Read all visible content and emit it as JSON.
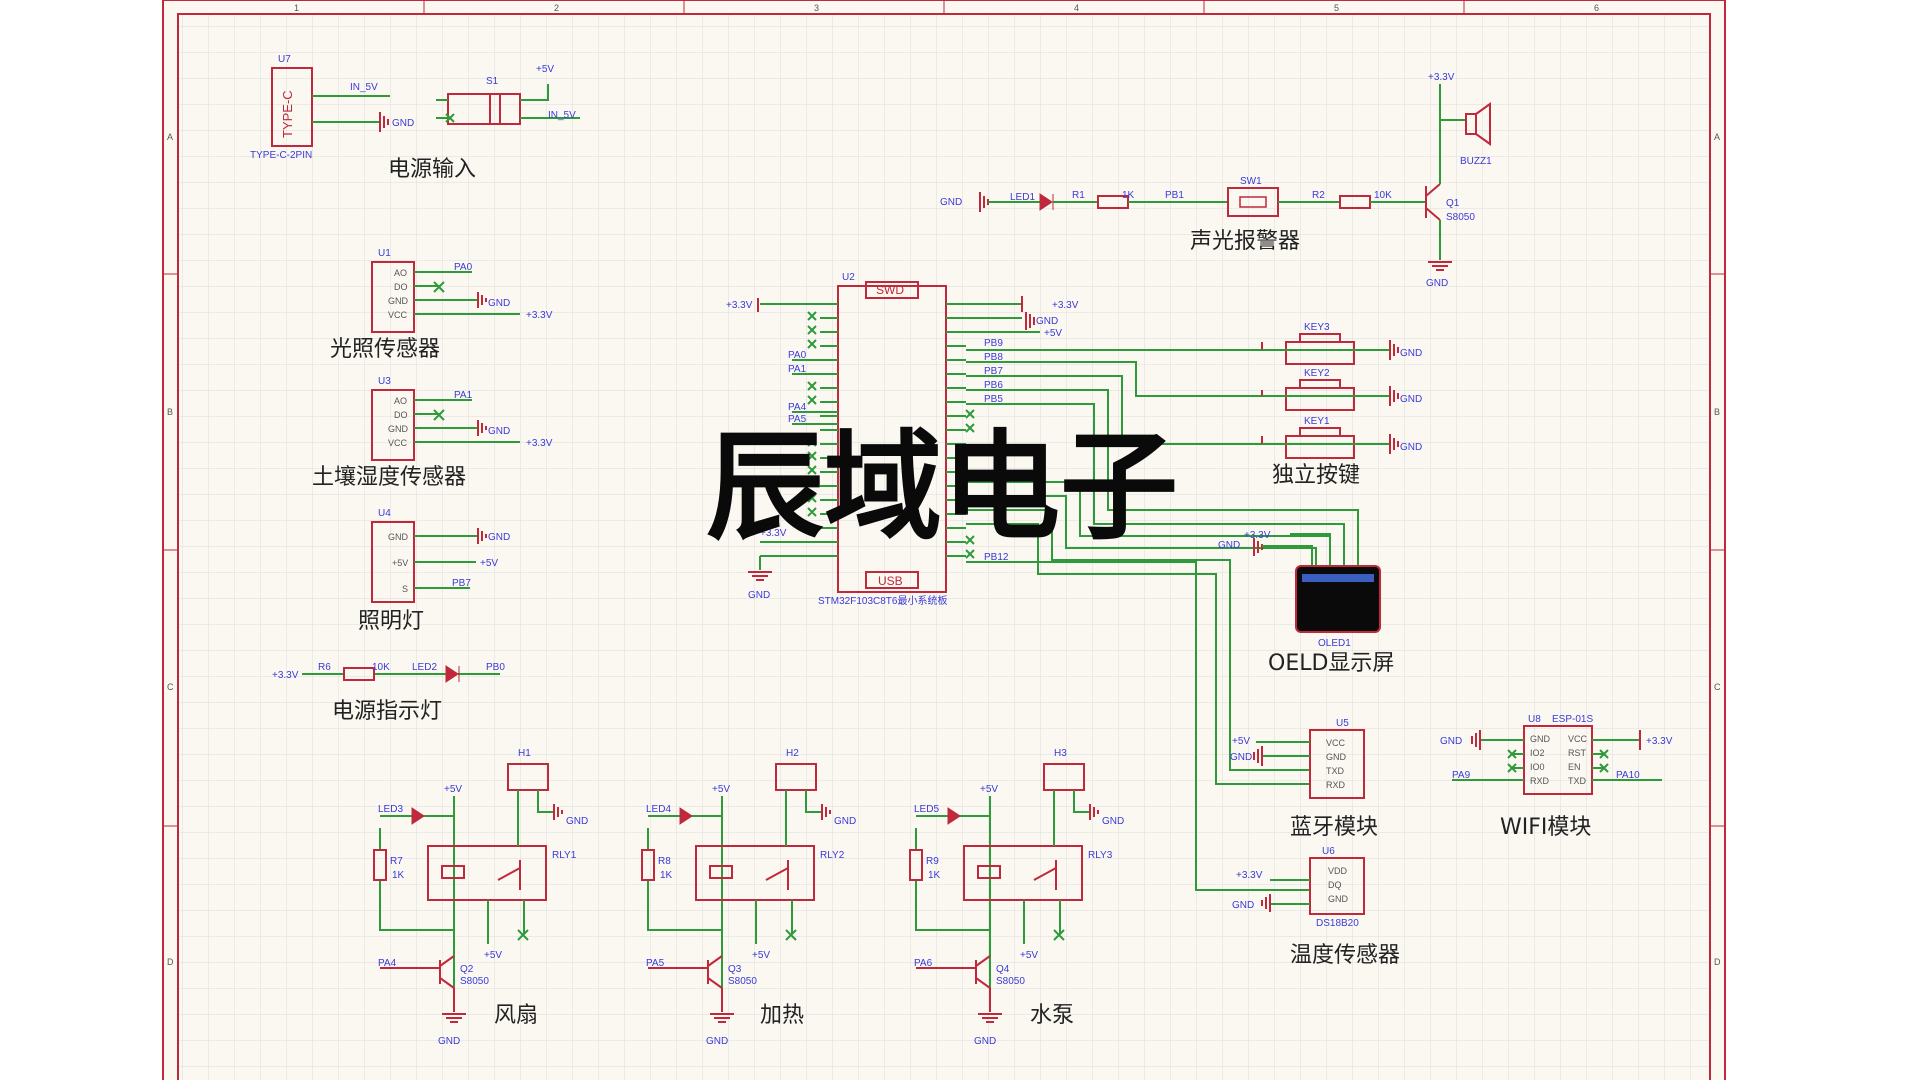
{
  "watermark": "辰域电子",
  "border_columns": [
    "1",
    "2",
    "3",
    "4",
    "5",
    "6"
  ],
  "border_rows": [
    "A",
    "B",
    "C",
    "D"
  ],
  "colors": {
    "frame": "#c0283c",
    "wire": "#2f9a3a",
    "part": "#c0283c",
    "net": "#3a3ad8",
    "paper": "#fbf8f2",
    "grid": "#dcdcdc"
  },
  "sections": {
    "power_in": "电源输入",
    "alarm": "声光报警器",
    "light_sensor": "光照传感器",
    "soil_sensor": "土壤湿度传感器",
    "lamp": "照明灯",
    "power_led": "电源指示灯",
    "keys": "独立按键",
    "oled": "OELD显示屏",
    "bluetooth": "蓝牙模块",
    "wifi": "WIFI模块",
    "temp": "温度传感器",
    "fan": "风扇",
    "heat": "加热",
    "pump": "水泵"
  },
  "labels": {
    "u7": "U7",
    "typec": "TYPE-C",
    "typec_part": "TYPE-C-2PIN",
    "in5v": "IN_5V",
    "gnd": "GND",
    "p5v": "+5V",
    "p33v": "+3.3V",
    "s1": "S1",
    "buzz": "BUZZ1",
    "q1": "Q1",
    "s8050": "S8050",
    "led1": "LED1",
    "r1": "R1",
    "r1v": "1K",
    "pb1": "PB1",
    "sw1": "SW1",
    "r2": "R2",
    "r2v": "10K",
    "u1": "U1",
    "u3": "U3",
    "u4": "U4",
    "ao": "AO",
    "do": "DO",
    "vcc": "VCC",
    "s": "S",
    "pa0": "PA0",
    "pa1": "PA1",
    "pb7": "PB7",
    "r6": "R6",
    "r6v": "10K",
    "led2": "LED2",
    "pb0": "PB0",
    "u2": "U2",
    "swd": "SWD",
    "usb": "USB",
    "mcu_part": "STM32F103C8T6最小系统板",
    "key3": "KEY3",
    "key2": "KEY2",
    "key1": "KEY1",
    "pb9": "PB9",
    "pb8": "PB8",
    "pb6": "PB6",
    "pb5": "PB5",
    "pb12": "PB12",
    "oled1": "OLED1",
    "u5": "U5",
    "txd": "TXD",
    "rxd": "RXD",
    "u8": "U8",
    "esp": "ESP-01S",
    "io2": "IO2",
    "io0": "IO0",
    "rst": "RST",
    "en": "EN",
    "pa9": "PA9",
    "pa10": "PA10",
    "u6": "U6",
    "vdd": "VDD",
    "dq": "DQ",
    "ds18b20": "DS18B20",
    "h1": "H1",
    "h2": "H2",
    "h3": "H3",
    "led3": "LED3",
    "led4": "LED4",
    "led5": "LED5",
    "r7": "R7",
    "r8": "R8",
    "r9": "R9",
    "rv": "1K",
    "rly1": "RLY1",
    "rly2": "RLY2",
    "rly3": "RLY3",
    "q2": "Q2",
    "q3": "Q3",
    "q4": "Q4",
    "pa4": "PA4",
    "pa5": "PA5",
    "pa6": "PA6"
  }
}
